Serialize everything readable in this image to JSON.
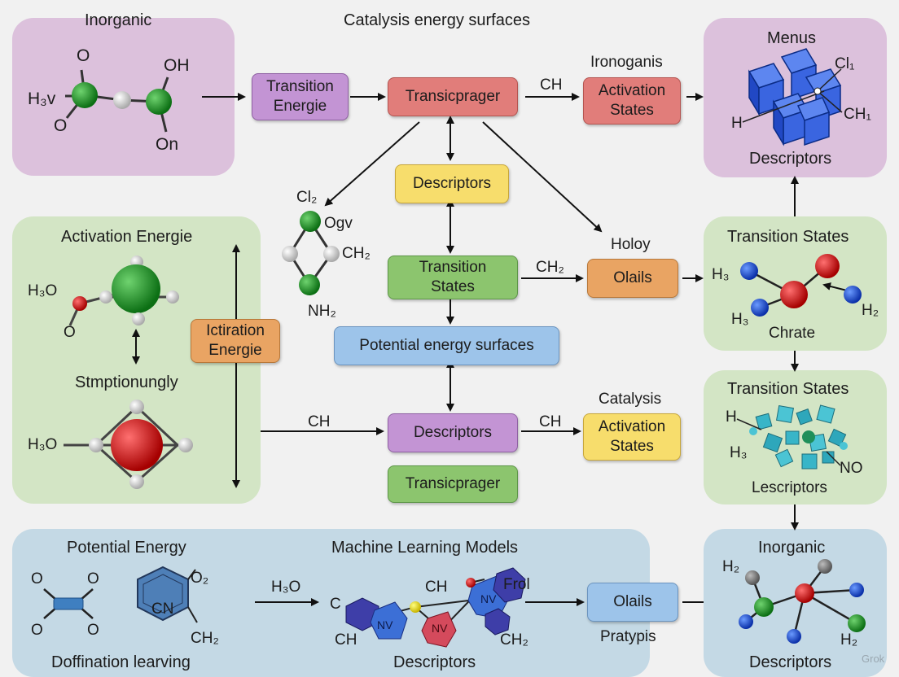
{
  "title": "Catalysis energy surfaces",
  "panels": {
    "inorganic_top": {
      "title": "Inorganic",
      "atoms": {
        "o1": "O",
        "oh": "OH",
        "h3v": "H₃v",
        "o2": "O",
        "on": "On"
      }
    },
    "menus": {
      "title": "Menus",
      "cl": "Cl₁",
      "h": "H",
      "ch": "CH₁",
      "caption": "Descriptors"
    },
    "activation": {
      "title": "Activation Energie",
      "h3o_1": "H₃O",
      "o": "O",
      "mid": "Stmptionungly",
      "h3o_2": "H₃O",
      "box": "Ictiration Energie"
    },
    "ts_right1": {
      "title": "Transition States",
      "h3a": "H₃",
      "h3b": "H₃",
      "h2": "H₂",
      "caption": "Chrate"
    },
    "ts_right2": {
      "title": "Transition States",
      "h": "H",
      "h3": "H₃",
      "no": "NO",
      "caption": "Lescriptors"
    },
    "potential": {
      "title": "Potential Energy",
      "o_tl": "O",
      "o_tr": "O",
      "o_bl": "O",
      "o_br": "O",
      "cn": "CN",
      "o2": "O₂",
      "ch2": "CH₂",
      "caption": "Doffination learving"
    },
    "ml": {
      "title": "Machine Learning Models",
      "h3o": "H₃O",
      "c": "C",
      "ch": "CH",
      "ch_top": "CH",
      "frol": "Frol",
      "ch2": "CH₂",
      "nv1": "NV",
      "nv2": "NV",
      "nv3": "NV",
      "caption": "Descriptors",
      "olails": "Olails",
      "pratypis": "Pratypis"
    },
    "inorganic_bottom": {
      "title": "Inorganic",
      "h2a": "H₂",
      "h2b": "H₂",
      "caption": "Descriptors"
    }
  },
  "nodes": {
    "transition_energie": "Transition Energie",
    "transicprager_top": "Transicprager",
    "activation_states_top": "Activation States",
    "descriptors_mid": "Descriptors",
    "transition_states_mid": "Transition States",
    "olails": "Olails",
    "pes": "Potential energy surfaces",
    "descriptors_low": "Descriptors",
    "activation_states_low": "Activation States",
    "transicprager_low": "Transicprager"
  },
  "labels": {
    "ch_top": "CH",
    "iranoganis": "Ironoganis",
    "holoy": "Holoy",
    "ch2_mid": "CH₂",
    "ch_low_left": "CH",
    "ch_low_right": "CH",
    "catalysis": "Catalysis",
    "cl2": "Cl₂",
    "ogv": "Ogv",
    "ch2_mol": "CH₂",
    "nh2": "NH₂"
  },
  "watermark": "Grok"
}
